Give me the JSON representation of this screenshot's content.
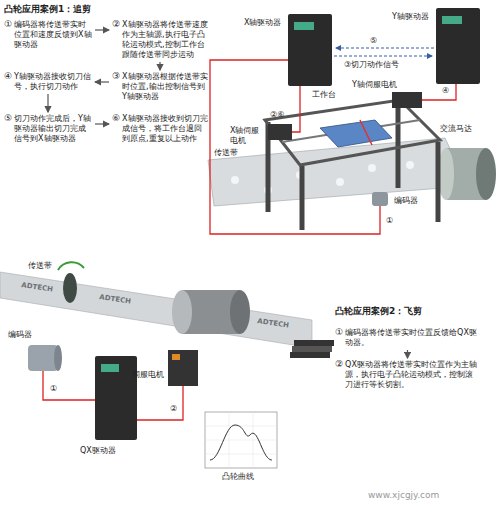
{
  "diagram": {
    "title": "凸轮应用案例1：追剪",
    "nodes": [
      {
        "text": [
          "①",
          "编码器将传送带实时位置和速度反馈到X轴驱动器"
        ]
      },
      {
        "text": [
          "②",
          "X轴驱动器将传送带速度作为主轴源,执行电子凸轮运动模式,控制工作台跟随传送带同步运动"
        ]
      },
      {
        "text": [
          "③",
          "X轴驱动器根据传送带实时位置,输出控制信号到Y轴驱动器"
        ]
      },
      {
        "text": [
          "④",
          "Y轴驱动器接收切刀信号，执行切刀动作"
        ]
      },
      {
        "text": [
          "⑤",
          "切刀动作完成后，Y轴驱动器输出切刀完成信号到X轴驱动器"
        ]
      },
      {
        "text": [
          "⑥",
          "X轴驱动器接收到切刀完成信号，将工作台退回到原点,重复以上动作"
        ]
      },
      {
        "text": [
          "①",
          "编码器将传送带实时位置反馈给QX驱动器。"
        ]
      },
      {
        "text": [
          "②",
          "QX驱动器将传送带实时位置作为主轴源，执行电子凸轮运动模式，控制滚刀进行等长切割。"
        ]
      }
    ],
    "edges": [
      {
        "from": 0,
        "to": 1,
        "arrow": "to"
      },
      {
        "from": 1,
        "to": 2,
        "arrow": "to"
      },
      {
        "from": 2,
        "to": 3,
        "arrow": "to"
      },
      {
        "from": 3,
        "to": 4,
        "arrow": "to"
      },
      {
        "from": 4,
        "to": 5,
        "arrow": "to"
      },
      {
        "from": 6,
        "to": 7,
        "arrow": "to"
      }
    ],
    "labels": [
      "凸轮应用案例2：飞剪",
      "X轴驱动器",
      "Y轴驱动器",
      "⑤",
      "③切刀动作信号",
      "Y轴伺服电机",
      "②⑥",
      "X轴伺服电机",
      "工作台",
      "④",
      "交流马达",
      "传送带",
      "编码器",
      "①",
      "传送带",
      "编码器",
      "①",
      "②",
      "QX驱动器",
      "伺服电机",
      "凸轮曲线",
      "ADTECH",
      "ADTECH",
      "ADTECH",
      "www.xjcgjy.com"
    ]
  }
}
